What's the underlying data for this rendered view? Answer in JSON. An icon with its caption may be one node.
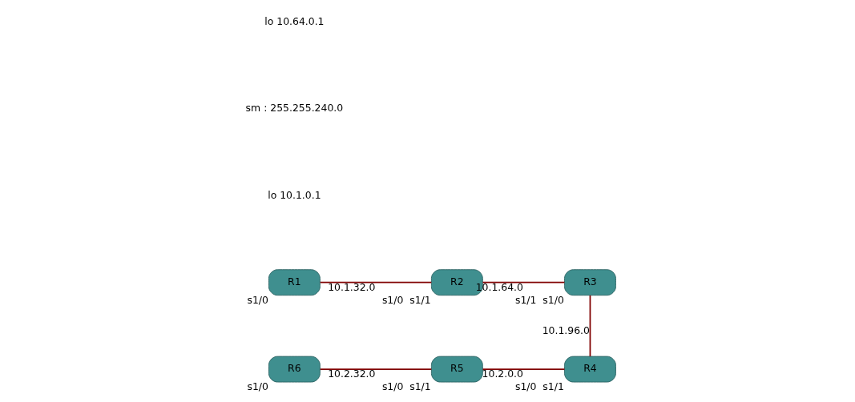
{
  "diagram": {
    "nodes": [
      {
        "text": [
          "R1"
        ],
        "beside": [
          "s1/0"
        ]
      },
      {
        "text": [
          "R2"
        ],
        "beside": [
          "s1/0",
          "s1/1"
        ]
      },
      {
        "text": [
          "R3"
        ],
        "beside": [
          "s1/1",
          "s1/0"
        ]
      },
      {
        "text": [
          "R6"
        ],
        "beside": [
          "s1/0"
        ]
      },
      {
        "text": [
          "R5"
        ],
        "beside": [
          "s1/0",
          "s1/1"
        ]
      },
      {
        "text": [
          "R4"
        ],
        "beside": [
          "s1/0",
          "s1/1"
        ]
      }
    ],
    "edges": [
      {
        "from": 0,
        "to": 1,
        "arrow": "none",
        "label": "10.1.32.0"
      },
      {
        "from": 1,
        "to": 2,
        "arrow": "none",
        "label": "10.1.64.0"
      },
      {
        "from": 2,
        "to": 5,
        "arrow": "none",
        "label": "10.1.96.0"
      },
      {
        "from": 4,
        "to": 5,
        "arrow": "none",
        "label": "10.2.0.0"
      },
      {
        "from": 3,
        "to": 4,
        "arrow": "none",
        "label": "10.2.32.0"
      }
    ],
    "labels": [
      "lo 10.1.0.1",
      "sm : 255.255.240.0",
      "lo 10.64.0.1"
    ]
  }
}
